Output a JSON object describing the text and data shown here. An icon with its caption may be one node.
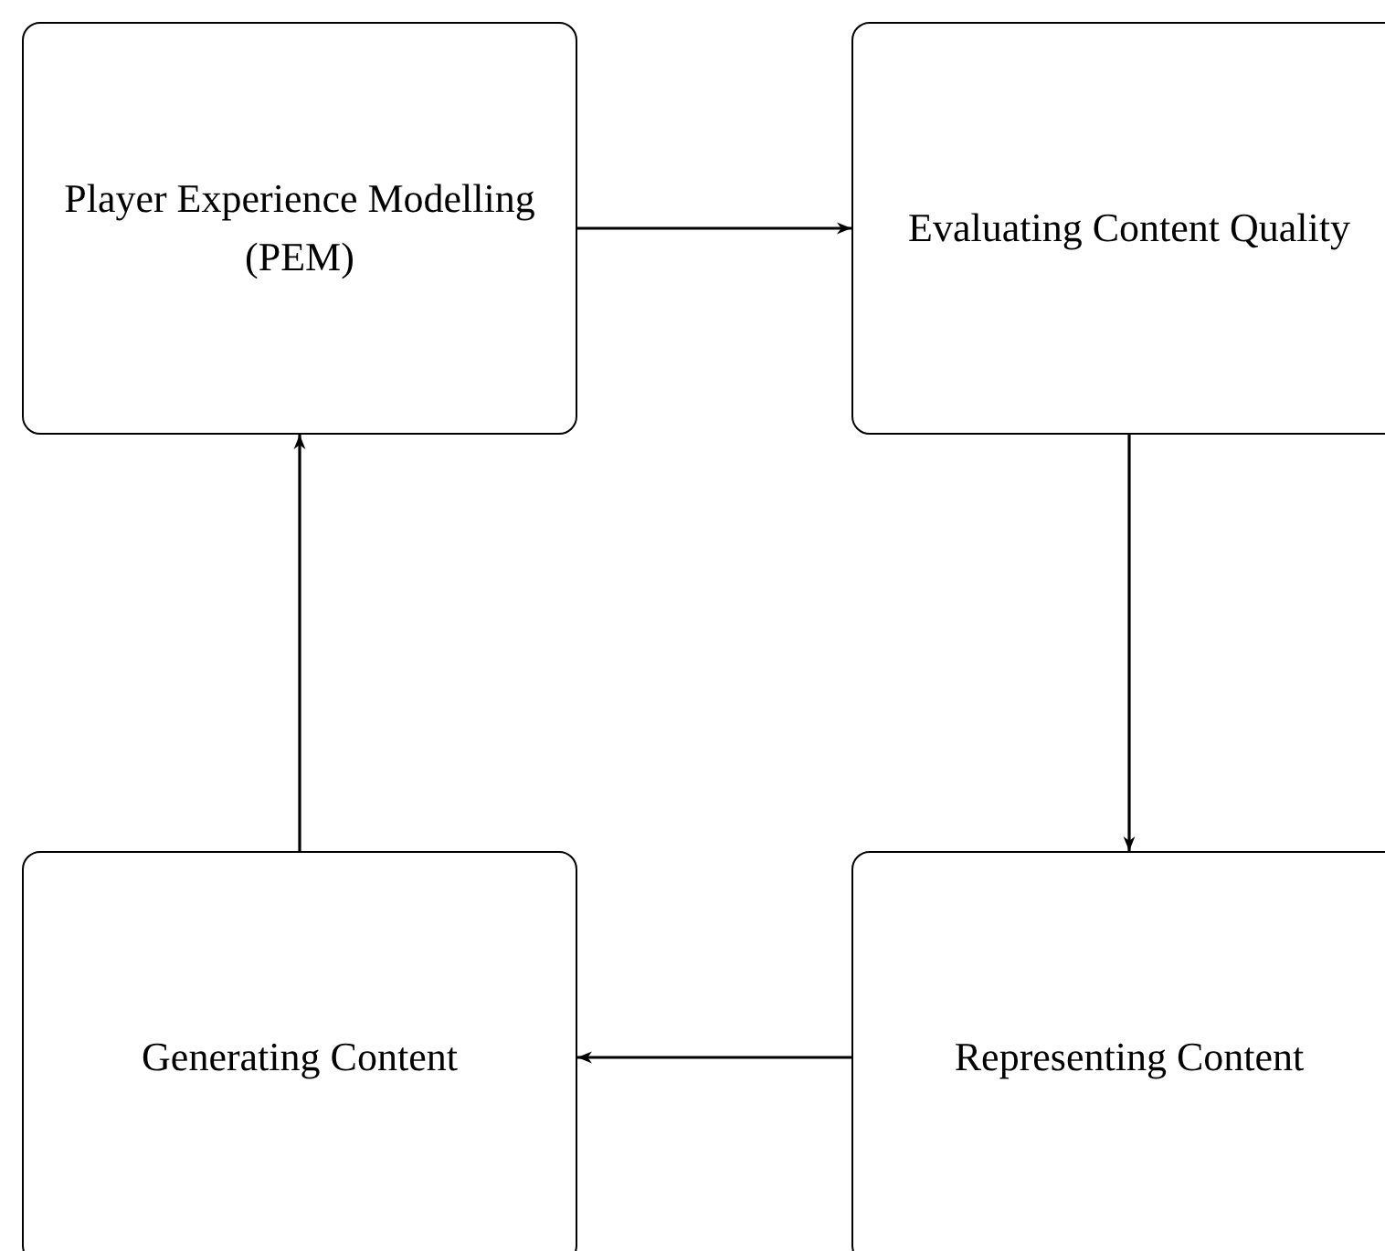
{
  "diagram": {
    "nodes": [
      {
        "text": [
          "Player Experience Modelling (PEM)"
        ]
      },
      {
        "text": [
          "Evaluating Content Quality"
        ]
      },
      {
        "text": [
          "Generating Content"
        ]
      },
      {
        "text": [
          "Representing Content"
        ]
      }
    ],
    "edges": [
      {
        "from": 0,
        "to": 1,
        "arrow": "to"
      },
      {
        "from": 1,
        "to": 3,
        "arrow": "to"
      },
      {
        "from": 3,
        "to": 2,
        "arrow": "to"
      },
      {
        "from": 2,
        "to": 0,
        "arrow": "to"
      }
    ]
  }
}
